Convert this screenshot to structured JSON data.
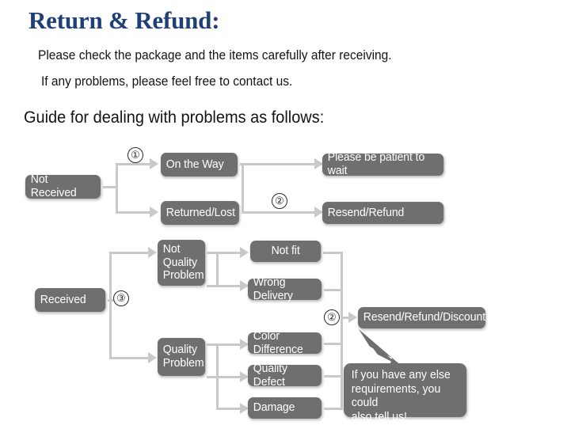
{
  "header": {
    "title": "Return & Refund:",
    "line1": "Please check the package and the items carefully after receiving.",
    "line2": "If any problems, please feel free to contact us.",
    "guide": "Guide for dealing with problems as follows:"
  },
  "colors": {
    "title": "#1f3f77",
    "box_fill": "#6f6f6f",
    "box_text": "#ffffff",
    "connector": "#c9c9c9",
    "body_text": "#131313"
  },
  "flow": {
    "markers": {
      "one": "①",
      "two_top": "②",
      "three": "③",
      "two_bottom": "②"
    },
    "not_received": {
      "label": "Not Received",
      "branches": [
        {
          "label": "On the Way",
          "result": "Please be patient to wait"
        },
        {
          "label": "Returned/Lost",
          "result": "Resend/Refund"
        }
      ]
    },
    "received": {
      "label": "Received",
      "groups": [
        {
          "label": "Not\nQuality\nProblem",
          "reasons": [
            "Not fit",
            "Wrong Delivery"
          ]
        },
        {
          "label": "Quality\nProblem",
          "reasons": [
            "Color Difference",
            "Quality Defect",
            "Damage"
          ]
        }
      ],
      "result": "Resend/Refund/Discount"
    },
    "callout": "If you have any else\nrequirements, you could\nalso tell us!"
  }
}
